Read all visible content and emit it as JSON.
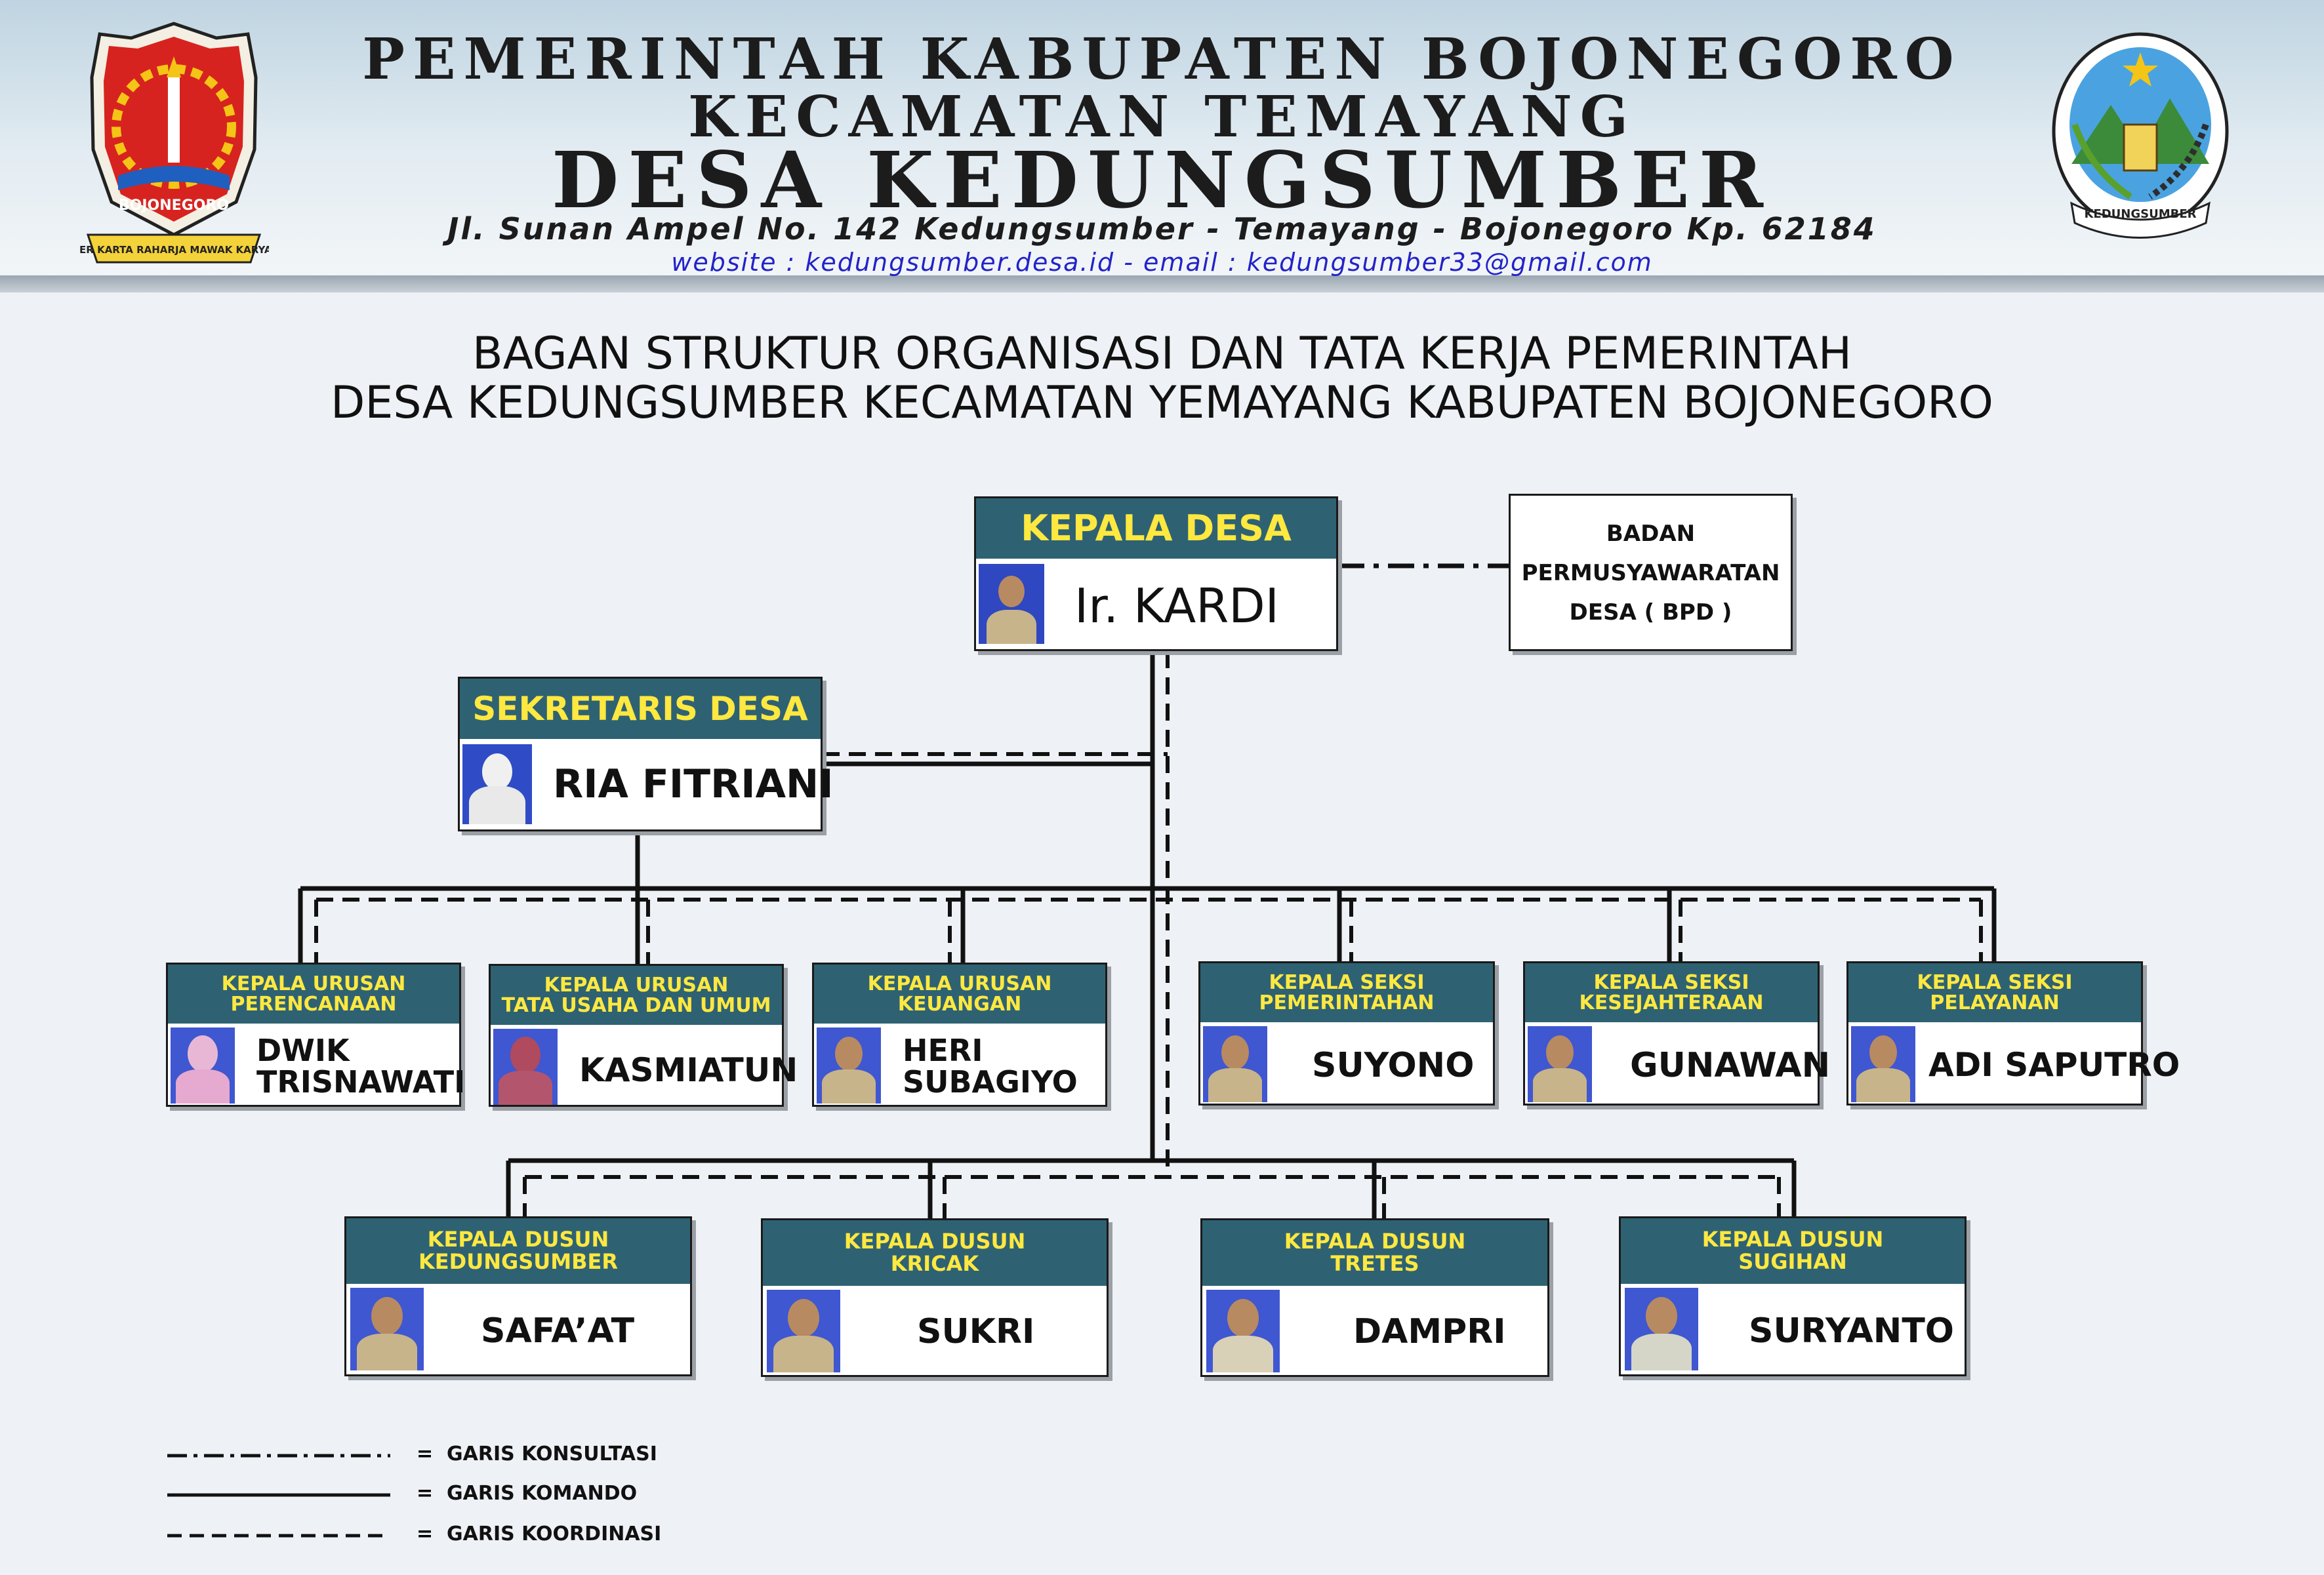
{
  "header": {
    "line1": "PEMERINTAH KABUPATEN BOJONEGORO",
    "line2": "KECAMATAN TEMAYANG",
    "line3": "DESA KEDUNGSUMBER",
    "address": "Jl. Sunan Ampel No. 142 Kedungsumber - Temayang - Bojonegoro Kp. 62184",
    "contact": "website : kedungsumber.desa.id  -  email : kedungsumber33@gmail.com",
    "logo_left_text": "BOJONEGORO",
    "logo_left_motto": "JER KARTA RAHARJA MAWAK KARYA",
    "logo_right_text": "KEDUNGSUMBER"
  },
  "title": {
    "line1": "BAGAN STRUKTUR ORGANISASI DAN TATA KERJA PEMERINTAH",
    "line2": "DESA KEDUNGSUMBER KECAMATAN YEMAYANG KABUPATEN BOJONEGORO"
  },
  "kepala_desa": {
    "role": "KEPALA DESA",
    "name": "Ir. KARDI"
  },
  "bpd": {
    "line1": "BADAN",
    "line2": "PERMUSYAWARATAN",
    "line3": "DESA ( BPD )"
  },
  "sekretaris": {
    "role": "SEKRETARIS DESA",
    "name": "RIA FITRIANI"
  },
  "urusan": [
    {
      "role1": "KEPALA URUSAN",
      "role2": "PERENCANAAN",
      "name1": "DWIK",
      "name2": "TRISNAWATI"
    },
    {
      "role1": "KEPALA URUSAN",
      "role2": "TATA USAHA DAN UMUM",
      "name1": "KASMIATUN",
      "name2": ""
    },
    {
      "role1": "KEPALA URUSAN",
      "role2": "KEUANGAN",
      "name1": "HERI",
      "name2": "SUBAGIYO"
    }
  ],
  "seksi": [
    {
      "role1": "KEPALA SEKSI",
      "role2": "PEMERINTAHAN",
      "name1": "SUYONO",
      "name2": ""
    },
    {
      "role1": "KEPALA SEKSI",
      "role2": "KESEJAHTERAAN",
      "name1": "GUNAWAN",
      "name2": ""
    },
    {
      "role1": "KEPALA SEKSI",
      "role2": "PELAYANAN",
      "name1": "ADI SAPUTRO",
      "name2": ""
    }
  ],
  "dusun": [
    {
      "role1": "KEPALA DUSUN",
      "role2": "KEDUNGSUMBER",
      "name1": "SAFA’AT"
    },
    {
      "role1": "KEPALA DUSUN",
      "role2": "KRICAK",
      "name1": "SUKRI"
    },
    {
      "role1": "KEPALA DUSUN",
      "role2": "TRETES",
      "name1": "DAMPRI"
    },
    {
      "role1": "KEPALA DUSUN",
      "role2": "SUGIHAN",
      "name1": "SURYANTO"
    }
  ],
  "legend": [
    {
      "symbol": "=",
      "label": "GARIS KONSULTASI",
      "style": "dash-dot"
    },
    {
      "symbol": "=",
      "label": "GARIS KOMANDO",
      "style": "solid"
    },
    {
      "symbol": "=",
      "label": "GARIS KOORDINASI",
      "style": "dashed"
    }
  ],
  "colors": {
    "header_box": "#2e6273",
    "title_highlight": "#ffe840",
    "contact_text": "#2323c8",
    "photo_bg": "#2f47c0"
  }
}
